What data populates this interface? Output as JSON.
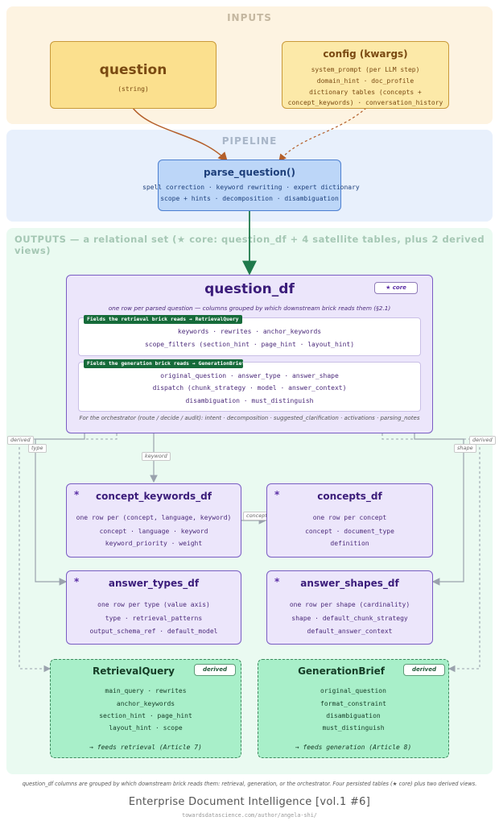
{
  "bands": {
    "inputs": "INPUTS",
    "pipeline": "PIPELINE",
    "outputs": "OUTPUTS — a relational set (★ core: question_df + 4 satellite tables, plus 2 derived views)"
  },
  "question_box": {
    "title": "question",
    "subtitle": "(string)"
  },
  "config_box": {
    "title": "config (kwargs)",
    "lines": [
      "system_prompt (per LLM step)",
      "domain_hint · doc_profile",
      "dictionary tables (concepts +",
      "concept_keywords) · conversation_history"
    ]
  },
  "parse_box": {
    "title": "parse_question()",
    "lines": [
      "spell correction · keyword rewriting · expert dictionary",
      "scope + hints · decomposition · disambiguation"
    ]
  },
  "question_df": {
    "title": "question_df",
    "badge": "★ core",
    "subtitle": "one row per parsed question — columns grouped by which downstream brick reads them (§2.1)",
    "retrieval_header": "Fields the retrieval brick reads → RetrievalQuery",
    "retrieval_lines": [
      "keywords · rewrites · anchor_keywords",
      "scope_filters (section_hint · page_hint · layout_hint)"
    ],
    "generation_header": "Fields the generation brick reads → GenerationBrief",
    "generation_lines": [
      "original_question · answer_type · answer_shape",
      "dispatch (chunk_strategy · model · answer_context)",
      "disambiguation · must_distinguish"
    ],
    "orchestrator": "For the orchestrator (route / decide / audit): intent · decomposition · suggested_clarification · activations · parsing_notes"
  },
  "edge_labels": {
    "derived_left": "derived",
    "type": "type",
    "keyword": "keyword",
    "concept": "concept",
    "shape": "shape",
    "derived_right": "derived"
  },
  "star": "*",
  "concept_keywords_df": {
    "title": "concept_keywords_df",
    "lines": [
      "one row per (concept, language, keyword)",
      "concept · language · keyword",
      "keyword_priority · weight"
    ]
  },
  "concepts_df": {
    "title": "concepts_df",
    "lines": [
      "one row per concept",
      "concept · document_type",
      "definition"
    ]
  },
  "answer_types_df": {
    "title": "answer_types_df",
    "lines": [
      "one row per type (value axis)",
      "type · retrieval_patterns",
      "output_schema_ref · default_model"
    ]
  },
  "answer_shapes_df": {
    "title": "answer_shapes_df",
    "lines": [
      "one row per shape (cardinality)",
      "shape · default_chunk_strategy",
      "default_answer_context"
    ]
  },
  "retrieval_query": {
    "title": "RetrievalQuery",
    "badge": "derived",
    "lines": [
      "main_query · rewrites",
      "anchor_keywords",
      "section_hint · page_hint",
      "layout_hint · scope"
    ],
    "feeds": "→ feeds retrieval (Article 7)"
  },
  "generation_brief": {
    "title": "GenerationBrief",
    "badge": "derived",
    "lines": [
      "original_question",
      "format_constraint",
      "disambiguation",
      "must_distinguish"
    ],
    "feeds": "→ feeds generation (Article 8)"
  },
  "footer": {
    "caption": "question_df columns are grouped by which downstream brick reads them: retrieval, generation, or the orchestrator. Four persisted tables (★ core) plus two derived views.",
    "title": "Enterprise Document Intelligence [vol.1 #6]",
    "url": "towardsdatascience.com/author/angela-shi/"
  },
  "colors": {
    "inputs_band": "#fdf3e1",
    "pipeline_band": "#e8f0fc",
    "outputs_band": "#eafaf1",
    "question_fill": "#fbe08e",
    "config_fill": "#fce9a8",
    "parse_fill": "#bcd6f8",
    "table_fill": "#ece6fb",
    "table_border": "#7a5cc4",
    "derived_fill": "#a8efc9",
    "derived_border": "#3f8a5f",
    "arrow_brown": "#b45f2a",
    "arrow_green": "#1f7a4c"
  }
}
